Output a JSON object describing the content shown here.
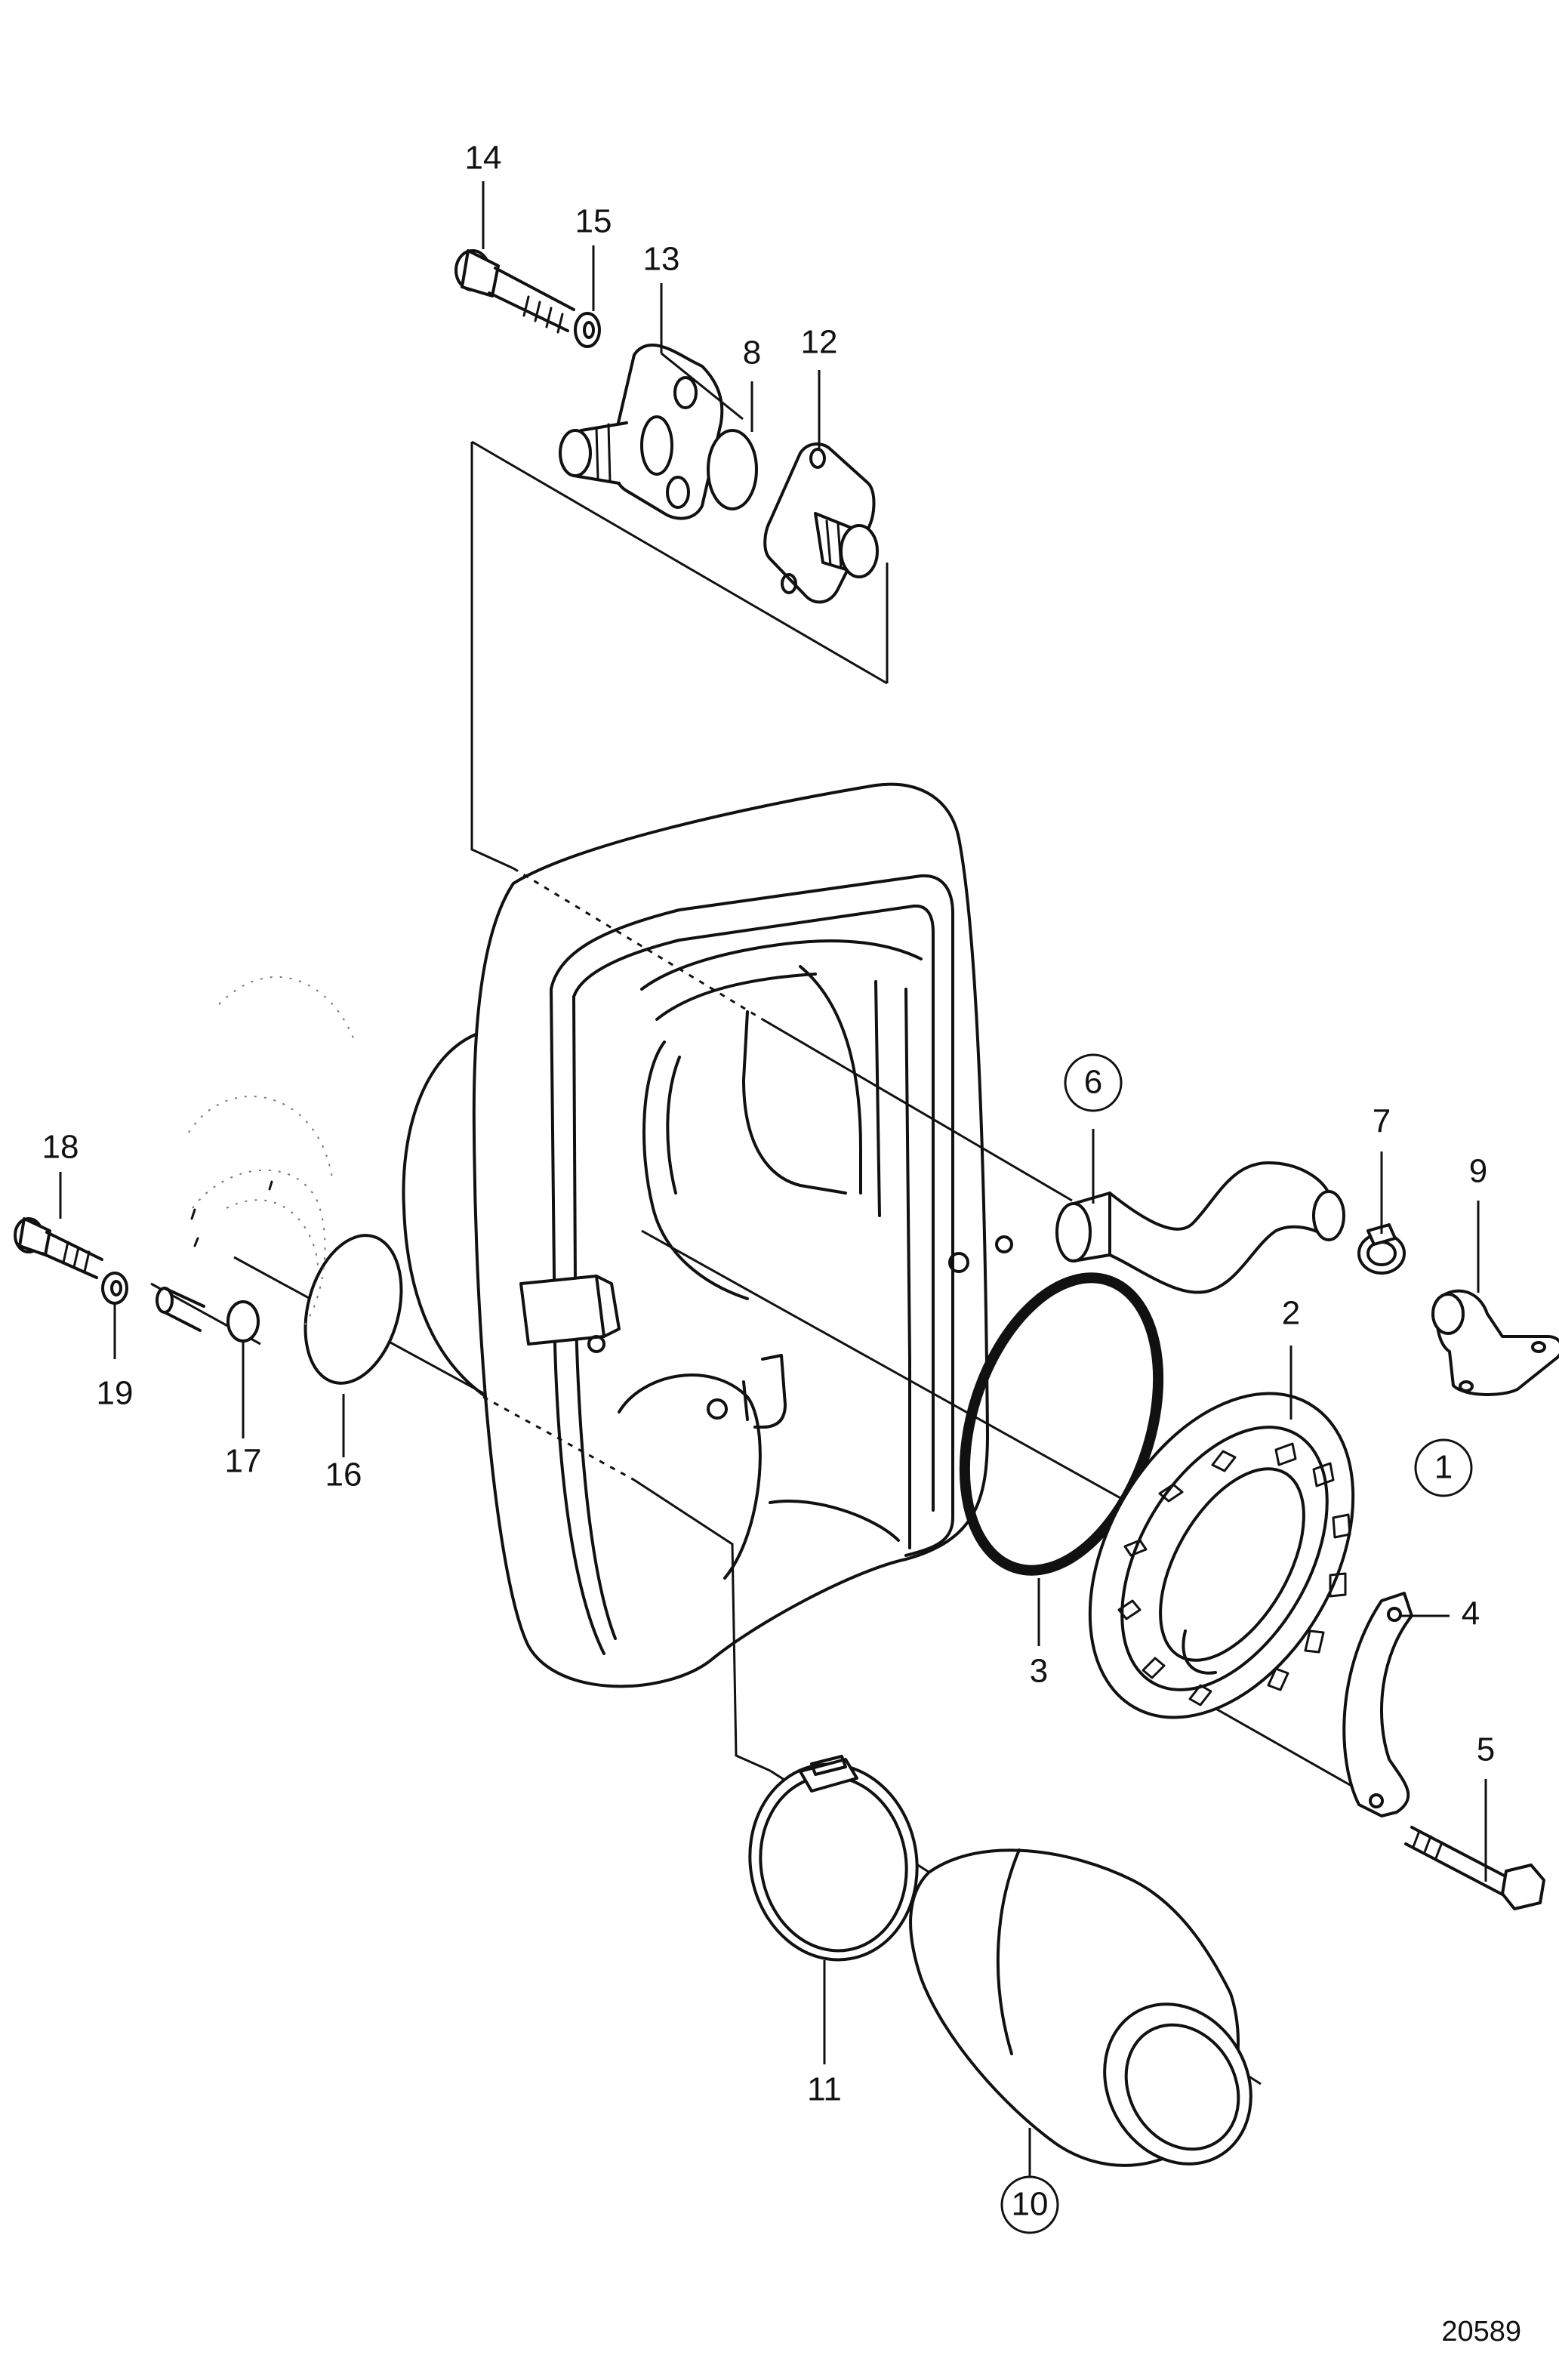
{
  "reference_number": "20589",
  "callouts": [
    {
      "id": "c1",
      "label": "1",
      "circled": true
    },
    {
      "id": "c2",
      "label": "2",
      "circled": false
    },
    {
      "id": "c3",
      "label": "3",
      "circled": false
    },
    {
      "id": "c4",
      "label": "4",
      "circled": false
    },
    {
      "id": "c5",
      "label": "5",
      "circled": false
    },
    {
      "id": "c6",
      "label": "6",
      "circled": true
    },
    {
      "id": "c7",
      "label": "7",
      "circled": false
    },
    {
      "id": "c8",
      "label": "8",
      "circled": false
    },
    {
      "id": "c9",
      "label": "9",
      "circled": false
    },
    {
      "id": "c10",
      "label": "10",
      "circled": true
    },
    {
      "id": "c11",
      "label": "11",
      "circled": false
    },
    {
      "id": "c12",
      "label": "12",
      "circled": false
    },
    {
      "id": "c13",
      "label": "13",
      "circled": false
    },
    {
      "id": "c14",
      "label": "14",
      "circled": false
    },
    {
      "id": "c15",
      "label": "15",
      "circled": false
    },
    {
      "id": "c16",
      "label": "16",
      "circled": false
    },
    {
      "id": "c17",
      "label": "17",
      "circled": false
    },
    {
      "id": "c18",
      "label": "18",
      "circled": false
    },
    {
      "id": "c19",
      "label": "19",
      "circled": false
    }
  ]
}
